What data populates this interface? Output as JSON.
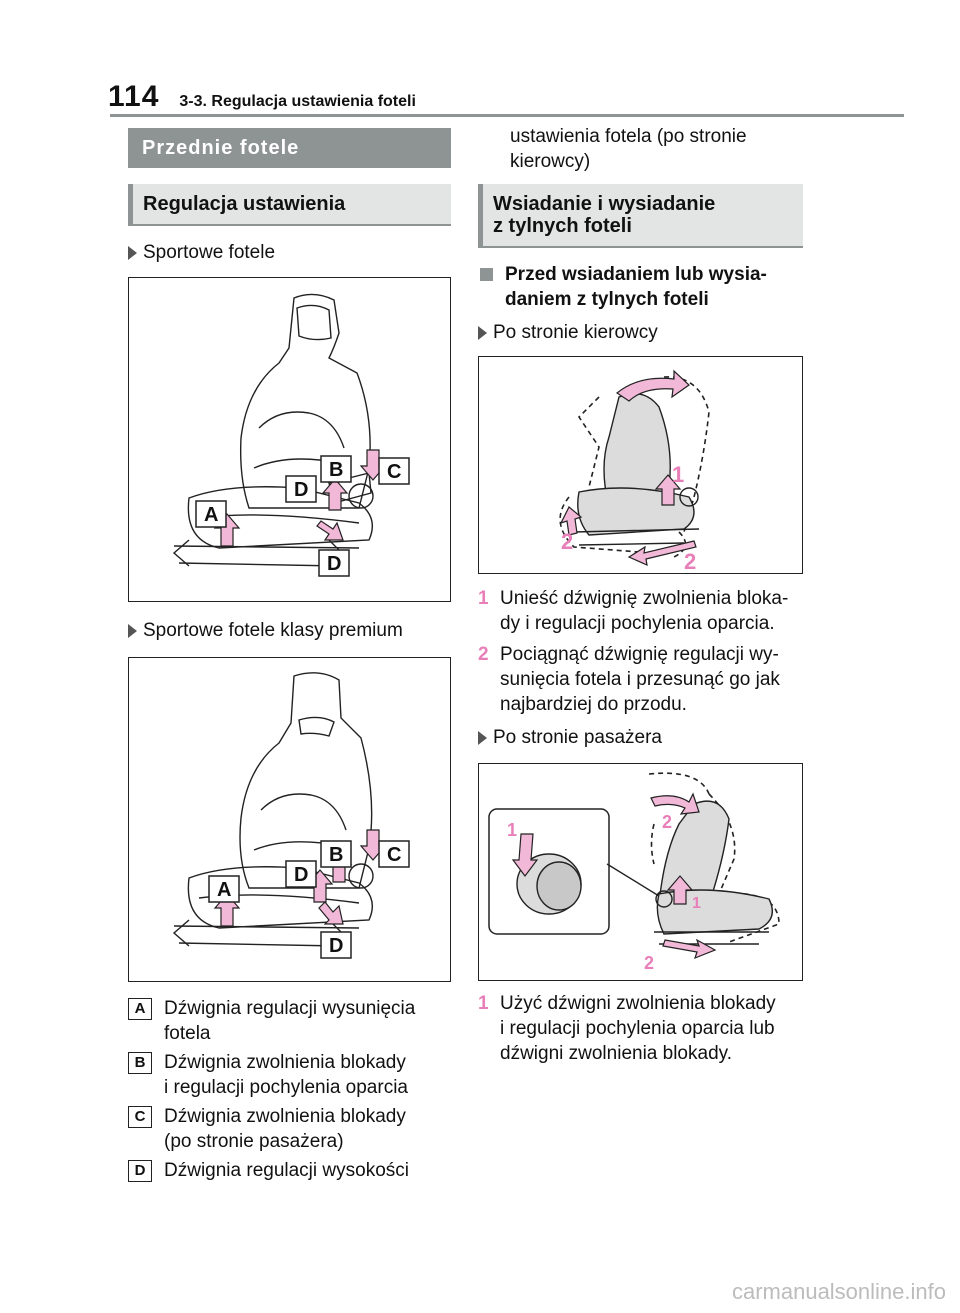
{
  "header": {
    "page_number": "114",
    "section": "3-3. Regulacja ustawienia foteli"
  },
  "left": {
    "band": "Przednie fotele",
    "subband": "Regulacja ustawienia",
    "item1": "Sportowe fotele",
    "item2": "Sportowe fotele klasy premium",
    "figure_labels": {
      "a": "A",
      "b": "B",
      "c": "C",
      "d": "D"
    },
    "legend": [
      {
        "key": "A",
        "text": "Dźwignia regulacji wysunięcia\nfotela"
      },
      {
        "key": "B",
        "text": "Dźwignia zwolnienia blokady\ni regulacji pochylenia oparcia"
      },
      {
        "key": "C",
        "text": "Dźwignia zwolnienia blokady\n(po stronie pasażera)"
      },
      {
        "key": "D",
        "text": "Dźwignia regulacji wysokości"
      }
    ]
  },
  "right": {
    "continuation": "ustawienia fotela (po stronie\nkierowcy)",
    "band": "Wsiadanie i wysiadanie\nz tylnych foteli",
    "subhead": "Przed wsiadaniem lub wysia-\ndaniem z tylnych foteli",
    "driver_side": "Po stronie kierowcy",
    "step_nums": {
      "one": "1",
      "two": "2"
    },
    "driver_steps": [
      {
        "num": "1",
        "text": "Unieść dźwignię zwolnienia bloka-\ndy i regulacji pochylenia oparcia."
      },
      {
        "num": "2",
        "text": "Pociągnąć dźwignię regulacji wy-\nsunięcia fotela i przesunąć go jak\nnajbardziej do przodu."
      }
    ],
    "passenger_side": "Po stronie pasażera",
    "passenger_steps": [
      {
        "num": "1",
        "text": "Użyć dźwigni zwolnienia blokady\ni regulacji pochylenia oparcia lub\ndźwigni zwolnienia blokady."
      }
    ]
  },
  "watermark": "carmanualsonline.info",
  "colors": {
    "band": "#8e9394",
    "band_light": "#e3e5e5",
    "accent_pink": "#e87fb8"
  }
}
